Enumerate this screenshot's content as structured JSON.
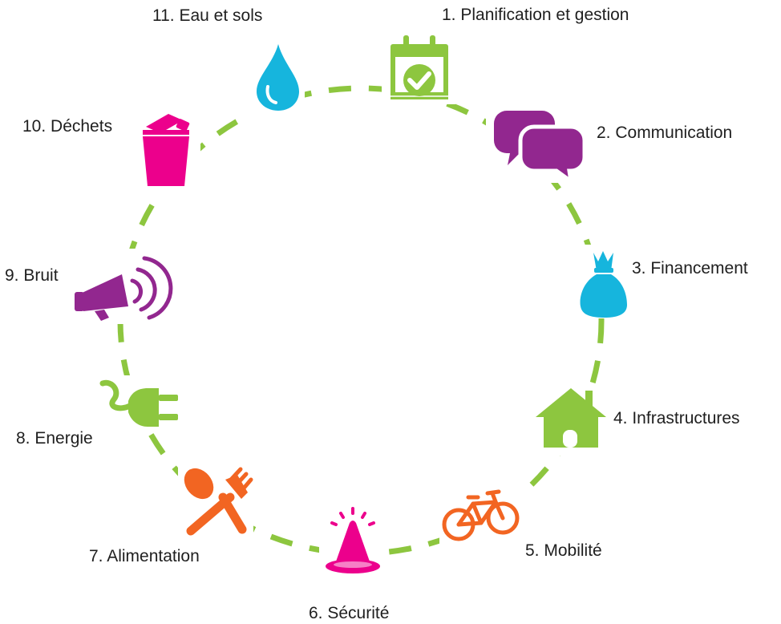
{
  "colors": {
    "green": "#8dc63f",
    "purple": "#92278f",
    "cyan": "#16b5dd",
    "orange": "#f26522",
    "magenta": "#ec008c",
    "text": "#1f1f1f",
    "ring": "#8dc63f"
  },
  "items": [
    {
      "label": "1. Planification et gestion",
      "icon": "calendar-check-icon",
      "color": "green"
    },
    {
      "label": "2. Communication",
      "icon": "speech-bubbles-icon",
      "color": "purple"
    },
    {
      "label": "3. Financement",
      "icon": "money-bag-icon",
      "color": "cyan"
    },
    {
      "label": "4. Infrastructures",
      "icon": "house-icon",
      "color": "green"
    },
    {
      "label": "5. Mobilité",
      "icon": "bicycle-icon",
      "color": "orange"
    },
    {
      "label": "6. Sécurité",
      "icon": "traffic-cone-icon",
      "color": "magenta"
    },
    {
      "label": "7. Alimentation",
      "icon": "fork-spoon-icon",
      "color": "orange"
    },
    {
      "label": "8. Energie",
      "icon": "power-plug-icon",
      "color": "green"
    },
    {
      "label": "9. Bruit",
      "icon": "megaphone-icon",
      "color": "purple"
    },
    {
      "label": "10. Déchets",
      "icon": "trash-bin-icon",
      "color": "magenta"
    },
    {
      "label": "11. Eau et sols",
      "icon": "water-drop-icon",
      "color": "cyan"
    }
  ]
}
